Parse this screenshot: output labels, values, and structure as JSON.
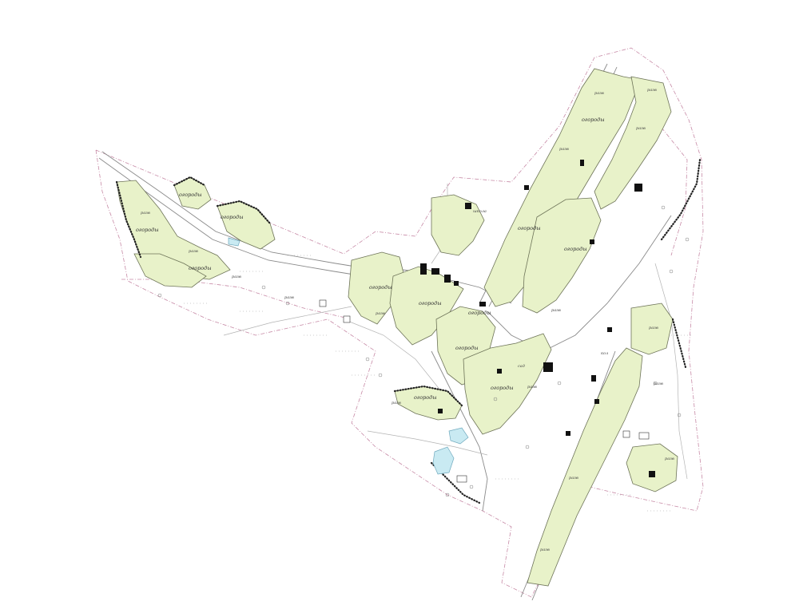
{
  "map": {
    "colors": {
      "parcel_fill": "#e8f2c9",
      "boundary": "#c78aa6",
      "water": "#c9eaf2",
      "building": "#111111"
    },
    "labels": {
      "ogorody": "огороды",
      "razv": "разв",
      "sad": "сад",
      "shkola": "школа",
      "kolkhoz": "кол"
    }
  }
}
